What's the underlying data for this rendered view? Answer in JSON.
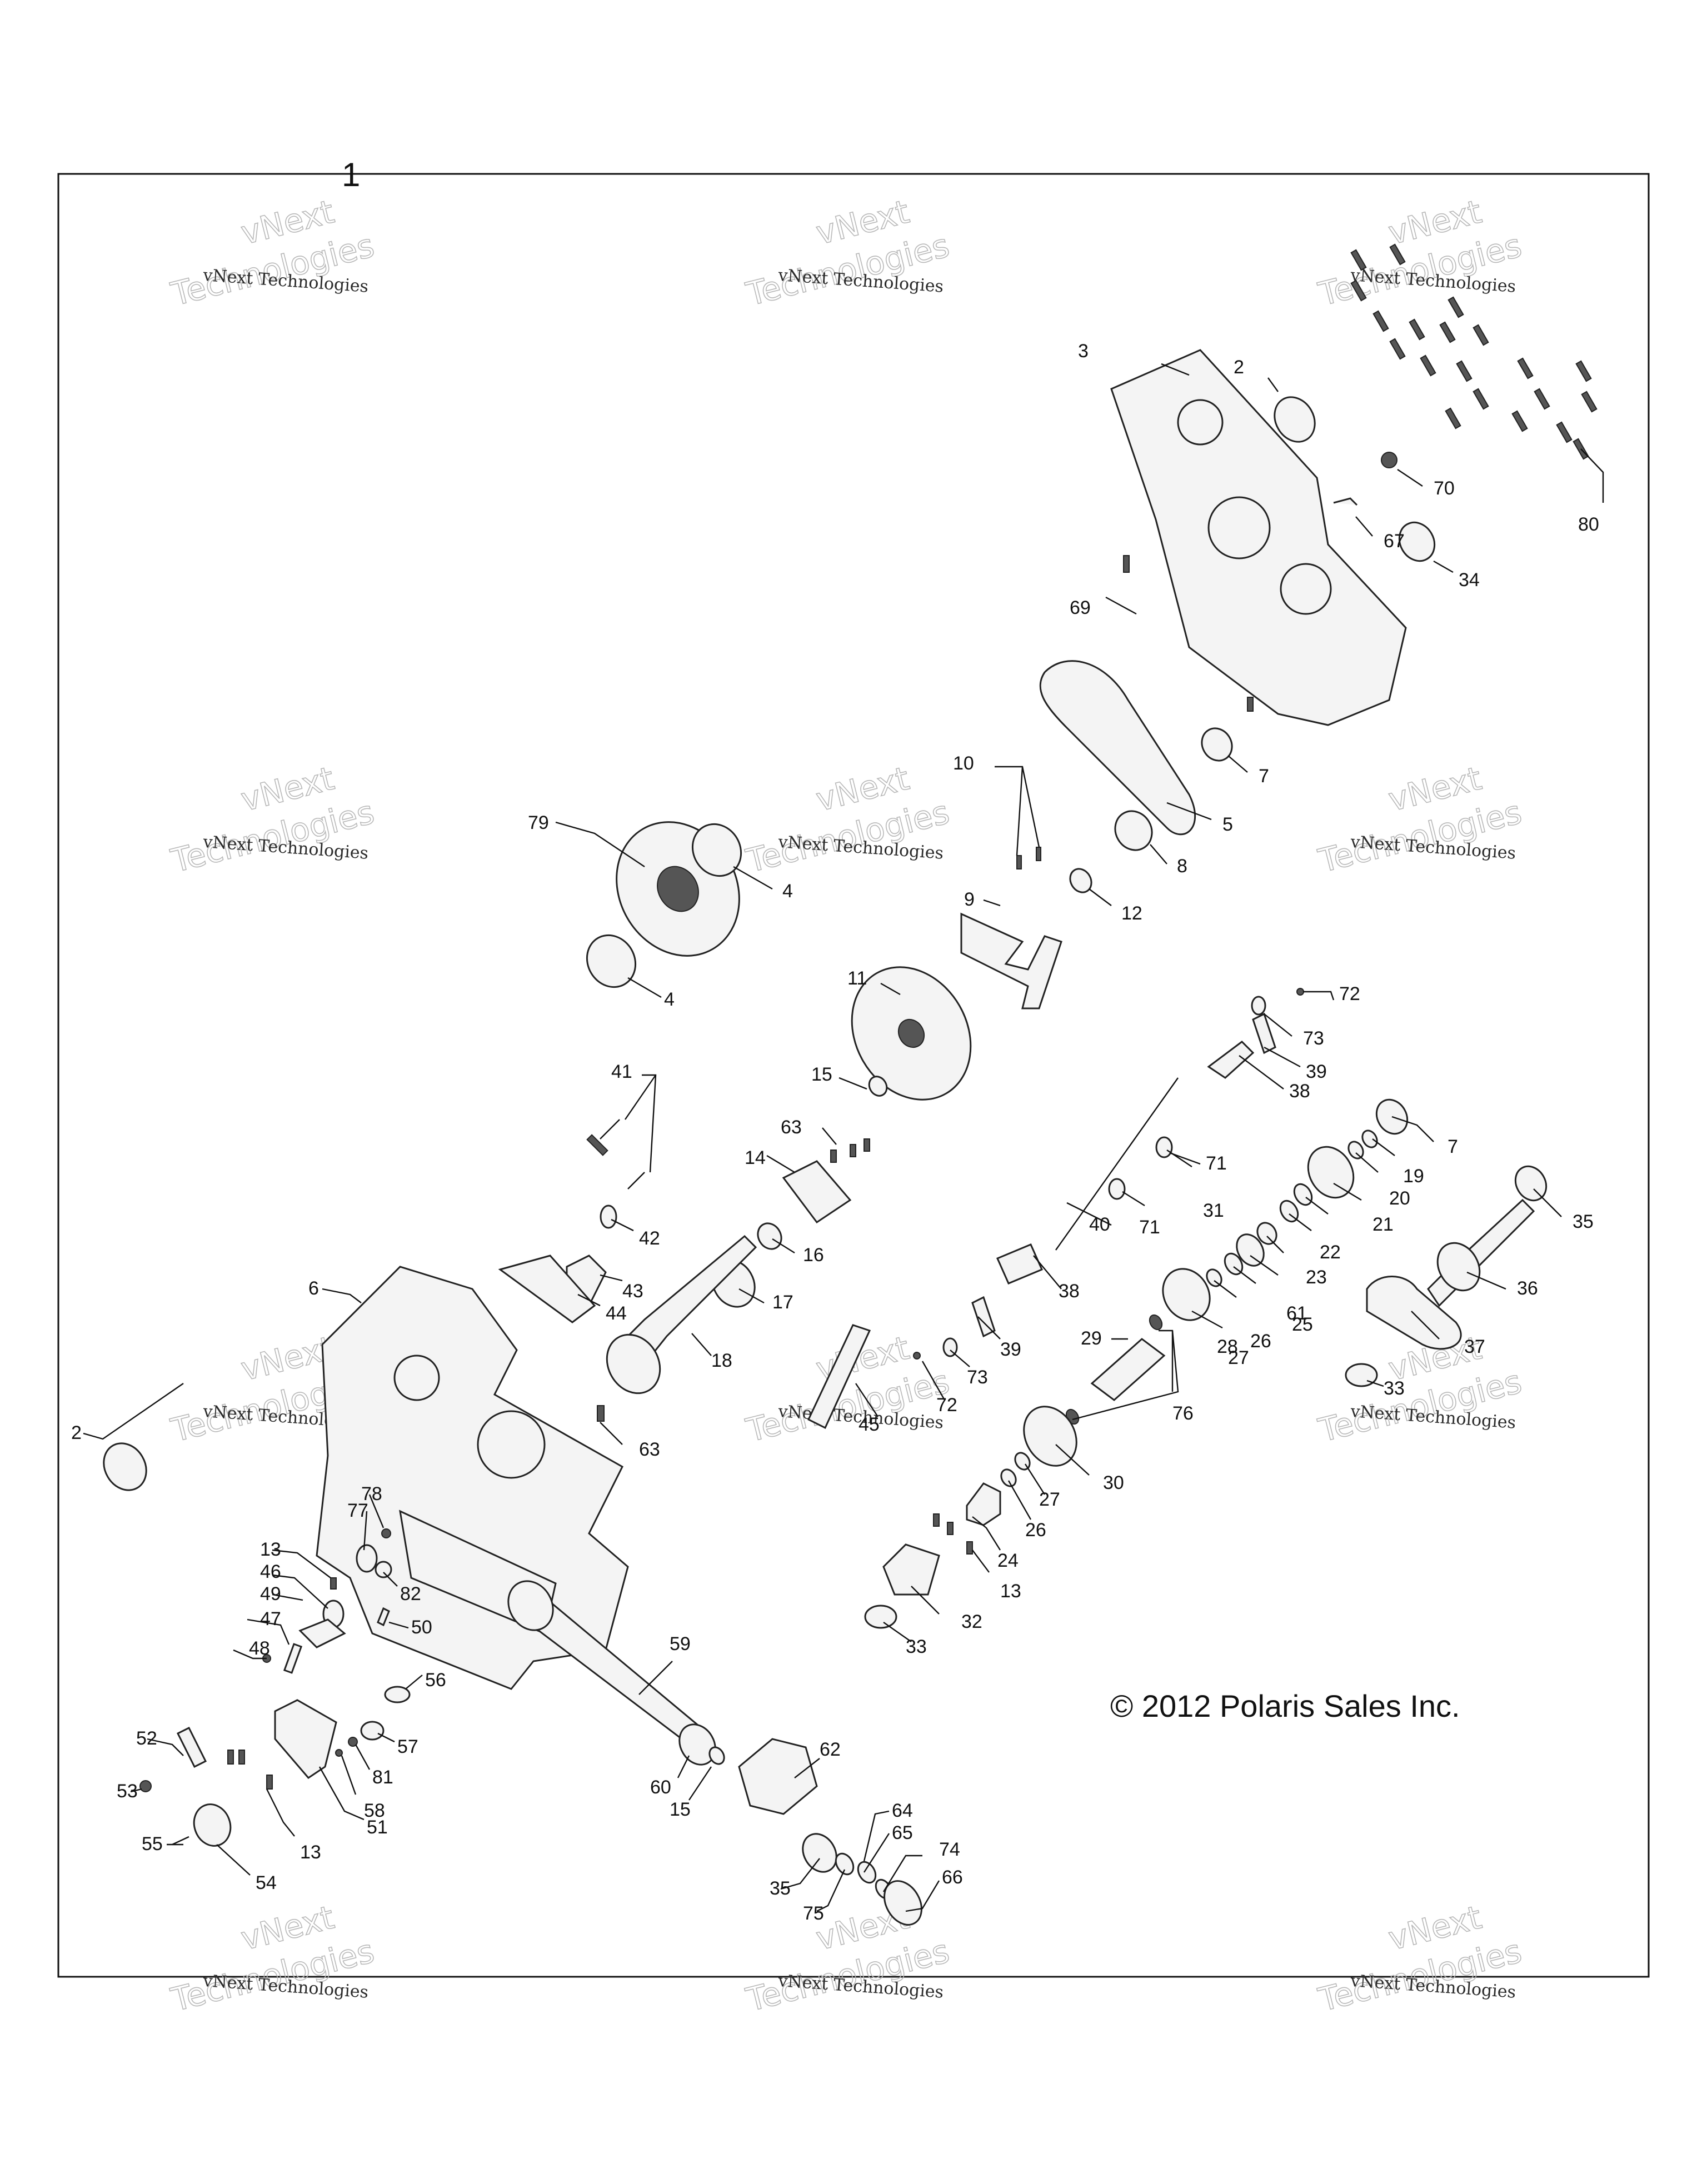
{
  "diagram": {
    "frame_label": "1",
    "copyright": "© 2012 Polaris Sales Inc.",
    "watermark": {
      "line1": "vNext Technologies",
      "line2": "Technologies",
      "overlay": "vNext"
    },
    "callouts": [
      {
        "id": "80",
        "label": "80"
      },
      {
        "id": "2a",
        "label": "2"
      },
      {
        "id": "3",
        "label": "3"
      },
      {
        "id": "70",
        "label": "70"
      },
      {
        "id": "67",
        "label": "67"
      },
      {
        "id": "69",
        "label": "69"
      },
      {
        "id": "34",
        "label": "34"
      },
      {
        "id": "7a",
        "label": "7"
      },
      {
        "id": "5",
        "label": "5"
      },
      {
        "id": "10",
        "label": "10"
      },
      {
        "id": "79",
        "label": "79"
      },
      {
        "id": "4a",
        "label": "4"
      },
      {
        "id": "8",
        "label": "8"
      },
      {
        "id": "9",
        "label": "9"
      },
      {
        "id": "12",
        "label": "12"
      },
      {
        "id": "4b",
        "label": "4"
      },
      {
        "id": "11",
        "label": "11"
      },
      {
        "id": "72a",
        "label": "72"
      },
      {
        "id": "73a",
        "label": "73"
      },
      {
        "id": "15a",
        "label": "15"
      },
      {
        "id": "39a",
        "label": "39"
      },
      {
        "id": "63a",
        "label": "63"
      },
      {
        "id": "38a",
        "label": "38"
      },
      {
        "id": "7b",
        "label": "7"
      },
      {
        "id": "19",
        "label": "19"
      },
      {
        "id": "41",
        "label": "41"
      },
      {
        "id": "14",
        "label": "14"
      },
      {
        "id": "71a",
        "label": "71"
      },
      {
        "id": "20",
        "label": "20"
      },
      {
        "id": "31",
        "label": "31"
      },
      {
        "id": "21",
        "label": "21"
      },
      {
        "id": "71b",
        "label": "71"
      },
      {
        "id": "22",
        "label": "22"
      },
      {
        "id": "42",
        "label": "42"
      },
      {
        "id": "16",
        "label": "16"
      },
      {
        "id": "40",
        "label": "40"
      },
      {
        "id": "23",
        "label": "23"
      },
      {
        "id": "35a",
        "label": "35"
      },
      {
        "id": "43",
        "label": "43"
      },
      {
        "id": "61",
        "label": "61"
      },
      {
        "id": "25",
        "label": "25"
      },
      {
        "id": "17",
        "label": "17"
      },
      {
        "id": "38b",
        "label": "38"
      },
      {
        "id": "36",
        "label": "36"
      },
      {
        "id": "26a",
        "label": "26"
      },
      {
        "id": "44",
        "label": "44"
      },
      {
        "id": "6",
        "label": "6"
      },
      {
        "id": "27a",
        "label": "27"
      },
      {
        "id": "28",
        "label": "28"
      },
      {
        "id": "39b",
        "label": "39"
      },
      {
        "id": "37",
        "label": "37"
      },
      {
        "id": "29",
        "label": "29"
      },
      {
        "id": "18",
        "label": "18"
      },
      {
        "id": "73b",
        "label": "73"
      },
      {
        "id": "33a",
        "label": "33"
      },
      {
        "id": "72b",
        "label": "72"
      },
      {
        "id": "45",
        "label": "45"
      },
      {
        "id": "76",
        "label": "76"
      },
      {
        "id": "2b",
        "label": "2"
      },
      {
        "id": "63b",
        "label": "63"
      },
      {
        "id": "30",
        "label": "30"
      },
      {
        "id": "78",
        "label": "78"
      },
      {
        "id": "27b",
        "label": "27"
      },
      {
        "id": "77",
        "label": "77"
      },
      {
        "id": "26b",
        "label": "26"
      },
      {
        "id": "13a",
        "label": "13"
      },
      {
        "id": "82",
        "label": "82"
      },
      {
        "id": "24",
        "label": "24"
      },
      {
        "id": "46",
        "label": "46"
      },
      {
        "id": "13b",
        "label": "13"
      },
      {
        "id": "49",
        "label": "49"
      },
      {
        "id": "32",
        "label": "32"
      },
      {
        "id": "47",
        "label": "47"
      },
      {
        "id": "50",
        "label": "50"
      },
      {
        "id": "33b",
        "label": "33"
      },
      {
        "id": "59",
        "label": "59"
      },
      {
        "id": "48",
        "label": "48"
      },
      {
        "id": "56",
        "label": "56"
      },
      {
        "id": "57",
        "label": "57"
      },
      {
        "id": "62",
        "label": "62"
      },
      {
        "id": "52",
        "label": "52"
      },
      {
        "id": "81",
        "label": "81"
      },
      {
        "id": "60",
        "label": "60"
      },
      {
        "id": "15b",
        "label": "15"
      },
      {
        "id": "53",
        "label": "53"
      },
      {
        "id": "58",
        "label": "58"
      },
      {
        "id": "51",
        "label": "51"
      },
      {
        "id": "64",
        "label": "64"
      },
      {
        "id": "13c",
        "label": "13"
      },
      {
        "id": "65",
        "label": "65"
      },
      {
        "id": "55",
        "label": "55"
      },
      {
        "id": "74",
        "label": "74"
      },
      {
        "id": "35b",
        "label": "35"
      },
      {
        "id": "66",
        "label": "66"
      },
      {
        "id": "54",
        "label": "54"
      },
      {
        "id": "75",
        "label": "75"
      }
    ]
  }
}
